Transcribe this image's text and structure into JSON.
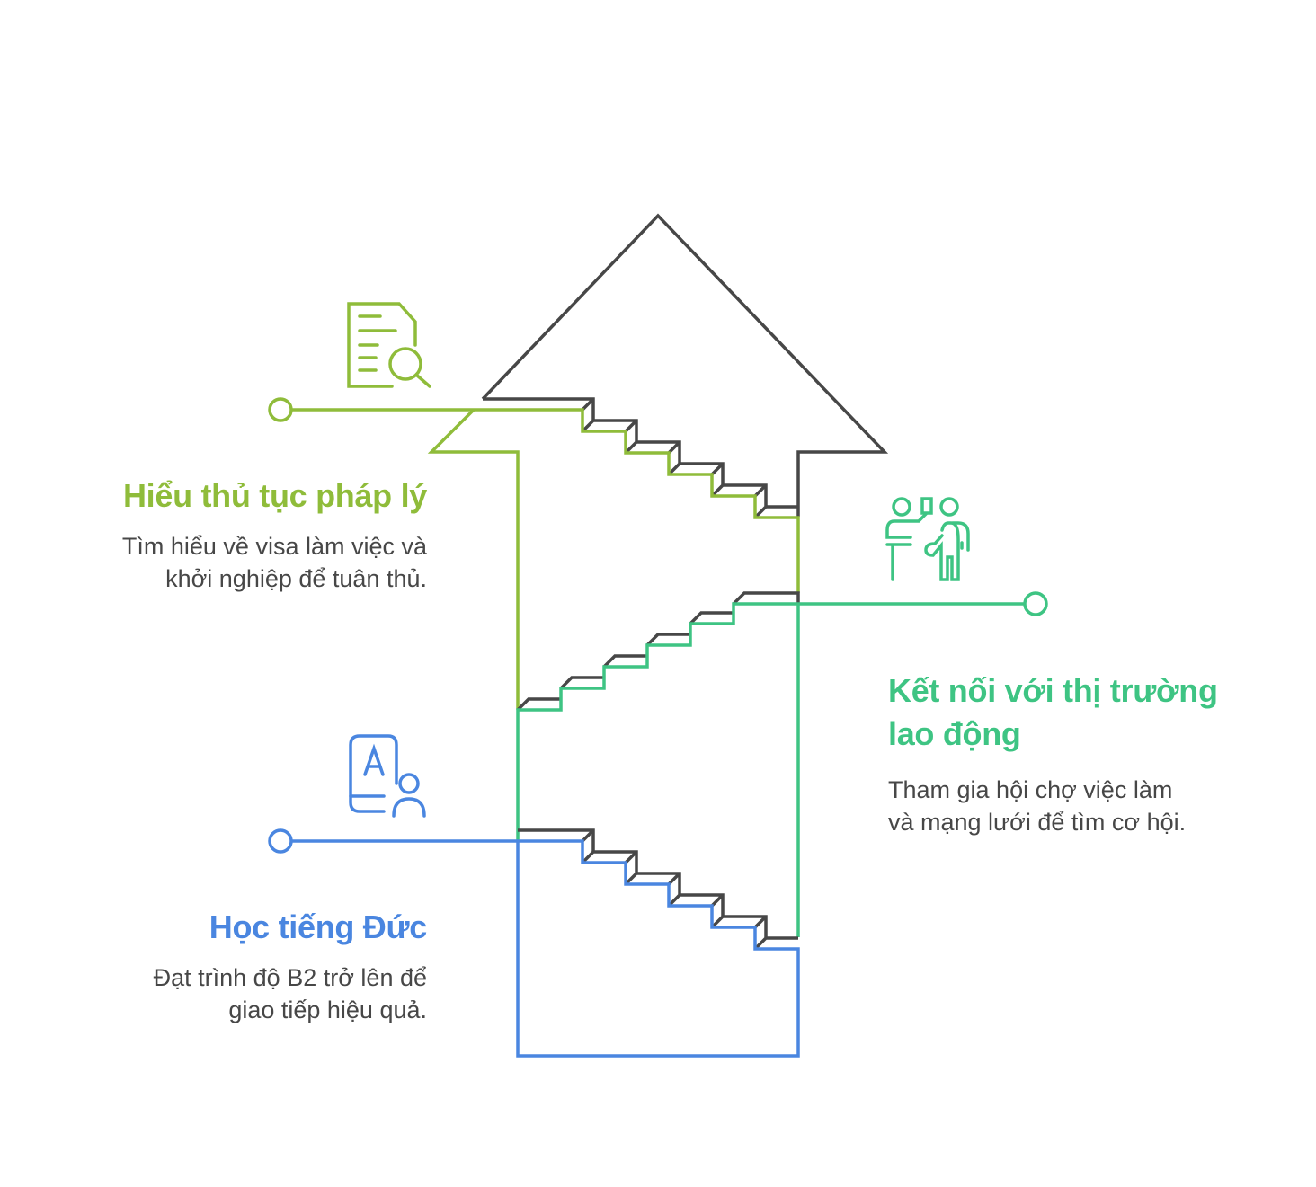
{
  "colors": {
    "legal": "#8fbc3a",
    "market": "#3ec483",
    "language": "#4a86e0",
    "outline": "#474747"
  },
  "steps": [
    {
      "id": "legal",
      "title": "Hiểu thủ tục pháp lý",
      "description_lines": [
        "Tìm hiểu về visa làm việc và",
        "khởi nghiệp để tuân thủ."
      ],
      "icon": "document-search-icon"
    },
    {
      "id": "market",
      "title_lines": [
        "Kết nối với thị trường",
        "lao động"
      ],
      "description_lines": [
        "Tham gia hội chợ việc làm",
        "và mạng lưới để tìm cơ hội."
      ],
      "icon": "presenter-meeting-icon"
    },
    {
      "id": "language",
      "title": "Học tiếng Đức",
      "description_lines": [
        "Đạt trình độ B2 trở lên để",
        "giao tiếp hiệu quả."
      ],
      "icon": "language-learner-icon"
    }
  ]
}
